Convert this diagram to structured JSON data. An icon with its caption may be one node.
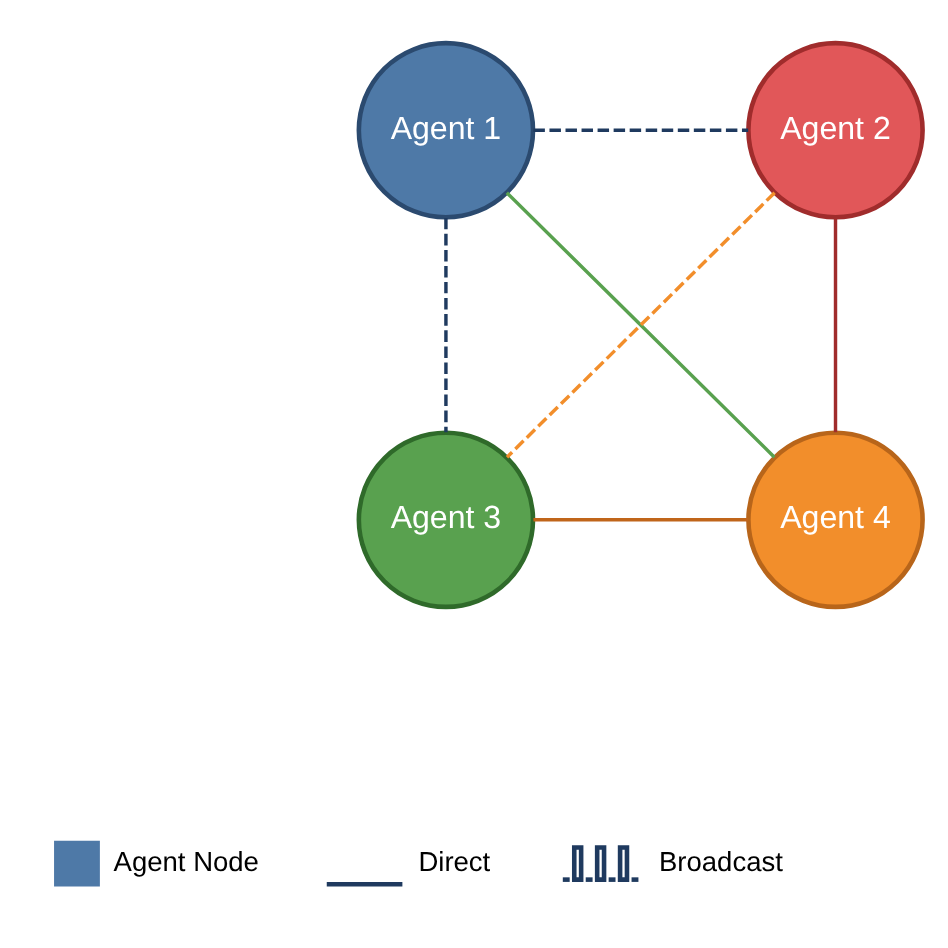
{
  "diagram": {
    "nodes": [
      {
        "text": [
          "Agent 1"
        ]
      },
      {
        "text": [
          "Agent 2"
        ]
      },
      {
        "text": [
          "Agent 3"
        ]
      },
      {
        "text": [
          "Agent 4"
        ]
      }
    ],
    "edges": [
      {
        "from": 0,
        "to": 1,
        "arrow": "none",
        "style": "dashed",
        "color": "#1f3a5f"
      },
      {
        "from": 0,
        "to": 2,
        "arrow": "none",
        "style": "dashed",
        "color": "#1f3a5f"
      },
      {
        "from": 0,
        "to": 3,
        "arrow": "none",
        "color": "#59a14f"
      },
      {
        "from": 1,
        "to": 2,
        "arrow": "none",
        "style": "dashed",
        "color": "#f28e2b"
      },
      {
        "from": 1,
        "to": 3,
        "arrow": "none",
        "color": "#a02c2c"
      },
      {
        "from": 2,
        "to": 3,
        "arrow": "none",
        "color": "#c0651a"
      }
    ],
    "legend": [
      {
        "text": "Agent Node",
        "color": "#4e79a7"
      },
      {
        "text": "Direct"
      },
      {
        "text": "Broadcast"
      }
    ]
  }
}
